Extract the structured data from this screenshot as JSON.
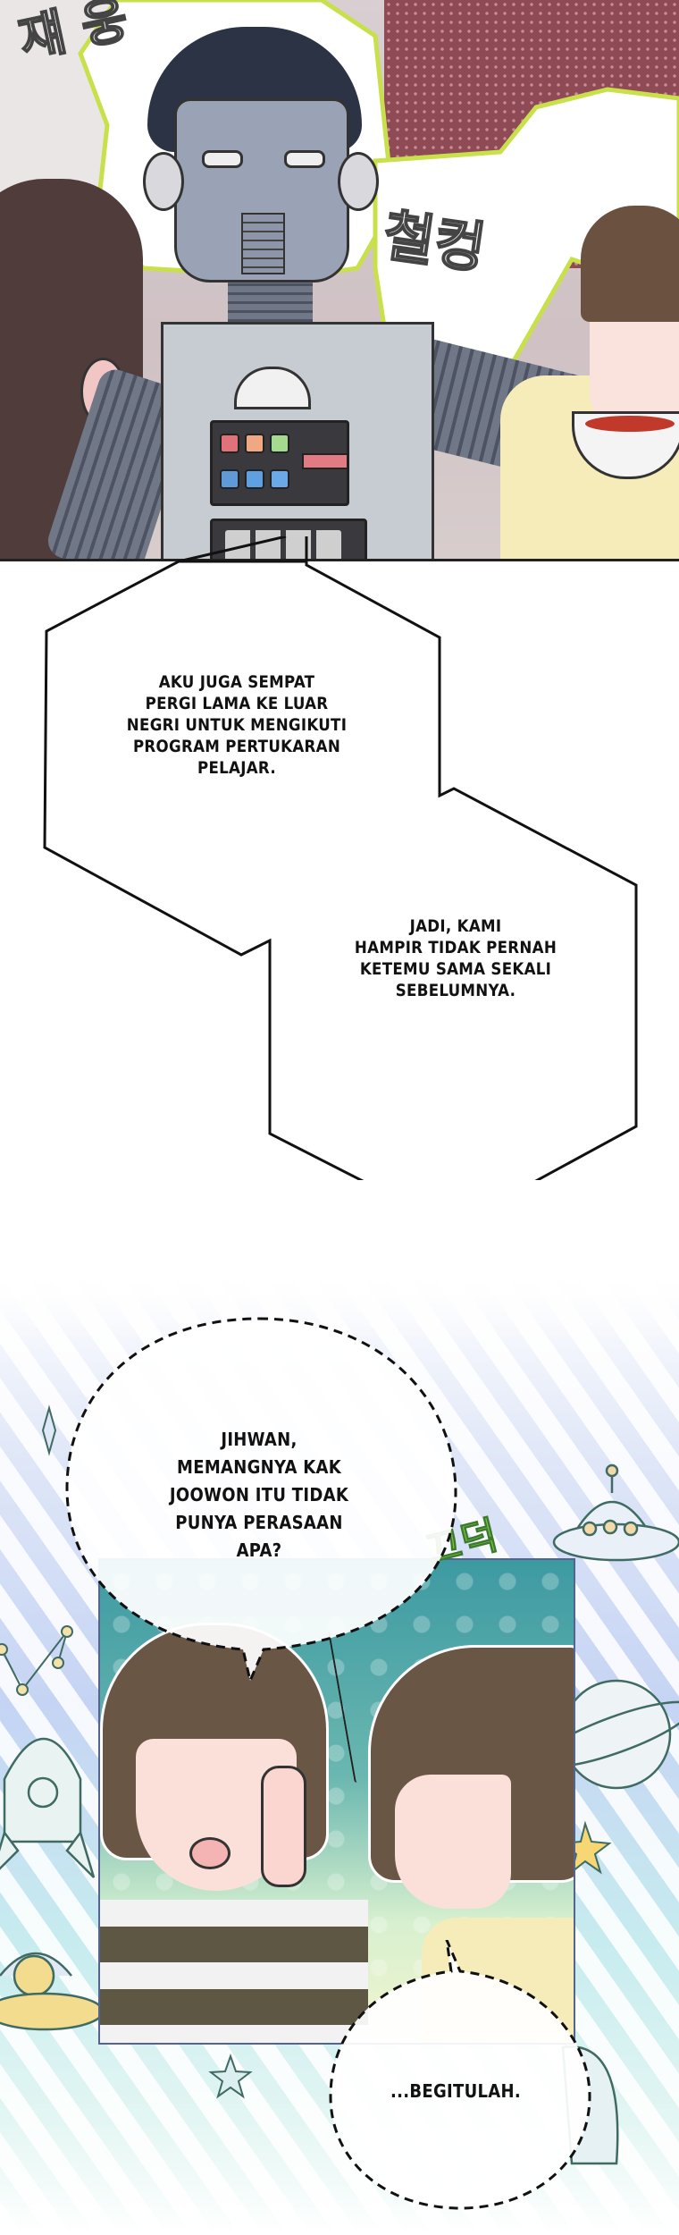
{
  "page": {
    "type": "webtoon-page",
    "language": "Indonesian"
  },
  "panel1": {
    "sfx": [
      "쟤 웅",
      "철컹"
    ],
    "description": "Boy imagined as robot serving a bowl to a boy in a yellow hoodie"
  },
  "bubbles": [
    {
      "id": "hex-1",
      "shape": "hexagon",
      "text": "AKU JUGA SEMPAT\nPERGI LAMA KE LUAR\nNEGRI UNTUK MENGIKUTI\nPROGRAM PERTUKARAN\nPELAJAR."
    },
    {
      "id": "hex-2",
      "shape": "hexagon",
      "text": "JADI, KAMI\nHAMPIR TIDAK PERNAH\nKETEMU SAMA SEKALI\nSEBELUMNYA."
    },
    {
      "id": "dashed-1",
      "shape": "dashed-circle",
      "text": "JIHWAN,\nMEMANGNYA KAK\nJOOWON ITU TIDAK\nPUNYA PERASAAN\nAPA?"
    },
    {
      "id": "dashed-2",
      "shape": "dashed-circle",
      "text": "...BEGITULAH."
    }
  ],
  "panel2": {
    "sfx": "끄덕",
    "description": "Two boys talking close, one with hand on cheek, other sweating"
  },
  "colors": {
    "sfx_outline": "#c8e04a",
    "panel2_bg_top": "#3d9aa2",
    "stripes_blue": "#c5d4f4",
    "stripes_mint": "#c7ecef"
  }
}
